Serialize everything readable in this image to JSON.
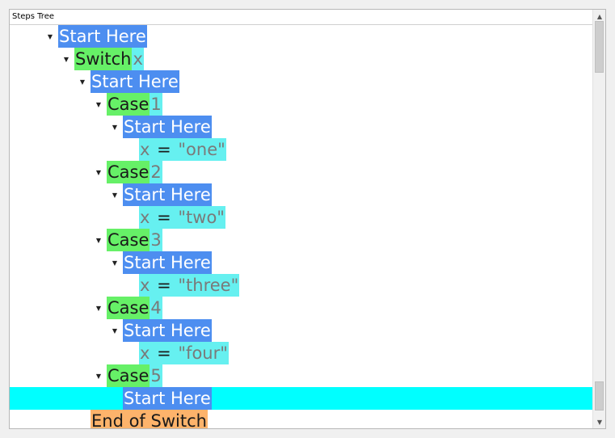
{
  "panel": {
    "title": "Steps Tree"
  },
  "scroll": {
    "up_icon": "▲",
    "down_icon": "▼"
  },
  "tree": {
    "toggle_icon": "▼",
    "rows": [
      {
        "level": 0,
        "has_toggle": true,
        "parts": [
          {
            "kind": "keyword",
            "text": "Start Here"
          }
        ]
      },
      {
        "level": 1,
        "has_toggle": true,
        "parts": [
          {
            "kind": "block",
            "text": "Switch"
          },
          {
            "kind": "arg",
            "text": "x"
          }
        ]
      },
      {
        "level": 2,
        "has_toggle": true,
        "parts": [
          {
            "kind": "keyword",
            "text": "Start Here"
          }
        ]
      },
      {
        "level": 3,
        "has_toggle": true,
        "parts": [
          {
            "kind": "block",
            "text": "Case"
          },
          {
            "kind": "arg",
            "text": "1"
          }
        ]
      },
      {
        "level": 4,
        "has_toggle": true,
        "parts": [
          {
            "kind": "keyword",
            "text": "Start Here"
          }
        ]
      },
      {
        "level": 5,
        "has_toggle": false,
        "parts": [
          {
            "kind": "var",
            "text": "x"
          },
          {
            "kind": "op",
            "text": " = "
          },
          {
            "kind": "val",
            "text": "\"one\""
          }
        ]
      },
      {
        "level": 3,
        "has_toggle": true,
        "parts": [
          {
            "kind": "block",
            "text": "Case"
          },
          {
            "kind": "arg",
            "text": "2"
          }
        ]
      },
      {
        "level": 4,
        "has_toggle": true,
        "parts": [
          {
            "kind": "keyword",
            "text": "Start Here"
          }
        ]
      },
      {
        "level": 5,
        "has_toggle": false,
        "parts": [
          {
            "kind": "var",
            "text": "x"
          },
          {
            "kind": "op",
            "text": " = "
          },
          {
            "kind": "val",
            "text": "\"two\""
          }
        ]
      },
      {
        "level": 3,
        "has_toggle": true,
        "parts": [
          {
            "kind": "block",
            "text": "Case"
          },
          {
            "kind": "arg",
            "text": "3"
          }
        ]
      },
      {
        "level": 4,
        "has_toggle": true,
        "parts": [
          {
            "kind": "keyword",
            "text": "Start Here"
          }
        ]
      },
      {
        "level": 5,
        "has_toggle": false,
        "parts": [
          {
            "kind": "var",
            "text": "x"
          },
          {
            "kind": "op",
            "text": " = "
          },
          {
            "kind": "val",
            "text": "\"three\""
          }
        ]
      },
      {
        "level": 3,
        "has_toggle": true,
        "parts": [
          {
            "kind": "block",
            "text": "Case"
          },
          {
            "kind": "arg",
            "text": "4"
          }
        ]
      },
      {
        "level": 4,
        "has_toggle": true,
        "parts": [
          {
            "kind": "keyword",
            "text": "Start Here"
          }
        ]
      },
      {
        "level": 5,
        "has_toggle": false,
        "parts": [
          {
            "kind": "var",
            "text": "x"
          },
          {
            "kind": "op",
            "text": " = "
          },
          {
            "kind": "val",
            "text": "\"four\""
          }
        ]
      },
      {
        "level": 3,
        "has_toggle": true,
        "parts": [
          {
            "kind": "block",
            "text": "Case"
          },
          {
            "kind": "arg",
            "text": "5"
          }
        ]
      },
      {
        "level": 4,
        "has_toggle": false,
        "selected": true,
        "parts": [
          {
            "kind": "keyword",
            "text": "Start Here"
          }
        ]
      },
      {
        "level": 2,
        "has_toggle": false,
        "parts": [
          {
            "kind": "end",
            "text": "End of Switch"
          }
        ]
      }
    ]
  },
  "colors": {
    "keyword_bg": "#4d8ef0",
    "block_bg": "#66f067",
    "arg_bg": "#66f0f0",
    "end_bg": "#fdb36b",
    "selection": "#00ffff"
  }
}
